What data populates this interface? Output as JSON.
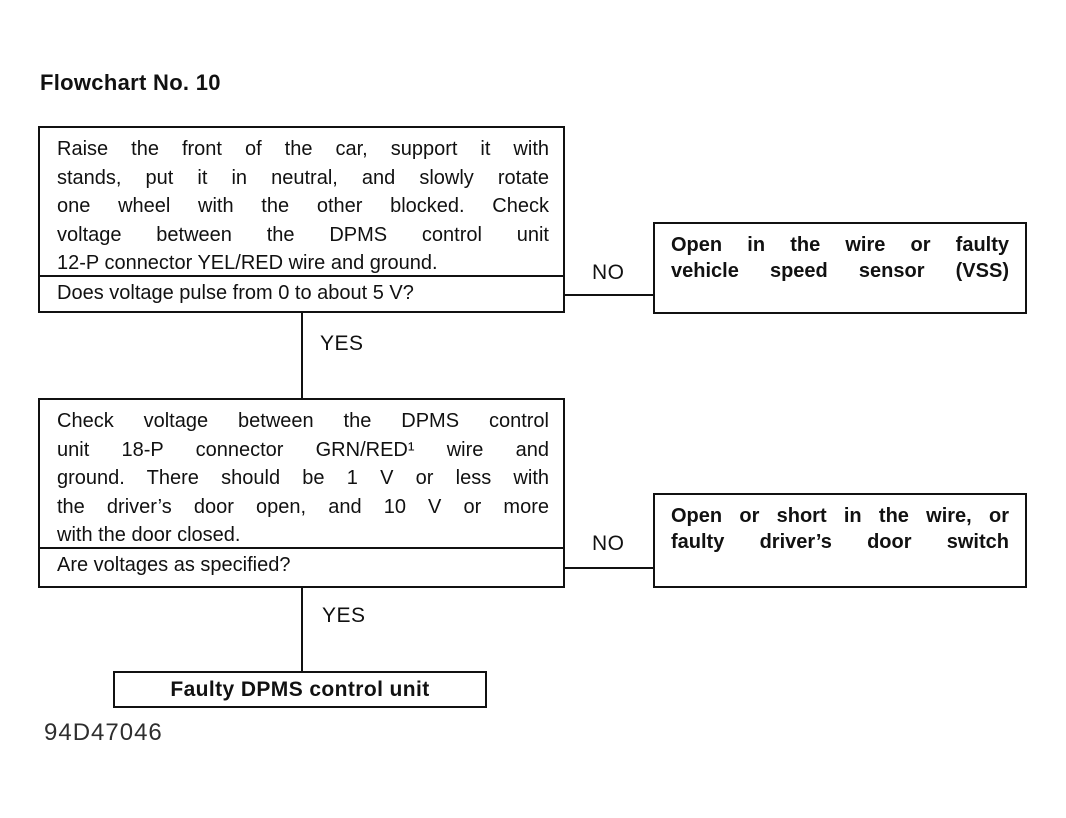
{
  "page": {
    "title": "Flowchart No. 10",
    "figure_code": "94D47046"
  },
  "colors": {
    "ink": "#111111",
    "paper": "#ffffff"
  },
  "flowchart": {
    "step1": {
      "instruction_lines": [
        "Raise the front of the car, support it with",
        "stands, put it in neutral, and slowly rotate",
        "one wheel with the other blocked. Check",
        "voltage between the DPMS control unit",
        "12-P connector YEL/RED wire and ground."
      ],
      "question": "Does voltage pulse from 0 to about 5 V?",
      "no_label": "NO",
      "yes_label": "YES",
      "no_result_lines": [
        "Open in the wire or faulty",
        "vehicle speed sensor (VSS)"
      ]
    },
    "step2": {
      "instruction_lines": [
        "Check voltage between the DPMS control",
        "unit 18-P connector GRN/RED¹ wire and",
        "ground. There should be 1 V or less with",
        "the driver’s door open, and 10 V or more",
        "with the door closed."
      ],
      "question": "Are voltages as specified?",
      "no_label": "NO",
      "yes_label": "YES",
      "no_result_lines": [
        "Open or short in the wire, or",
        "faulty driver’s door switch"
      ]
    },
    "conclusion": "Faulty DPMS control unit"
  }
}
